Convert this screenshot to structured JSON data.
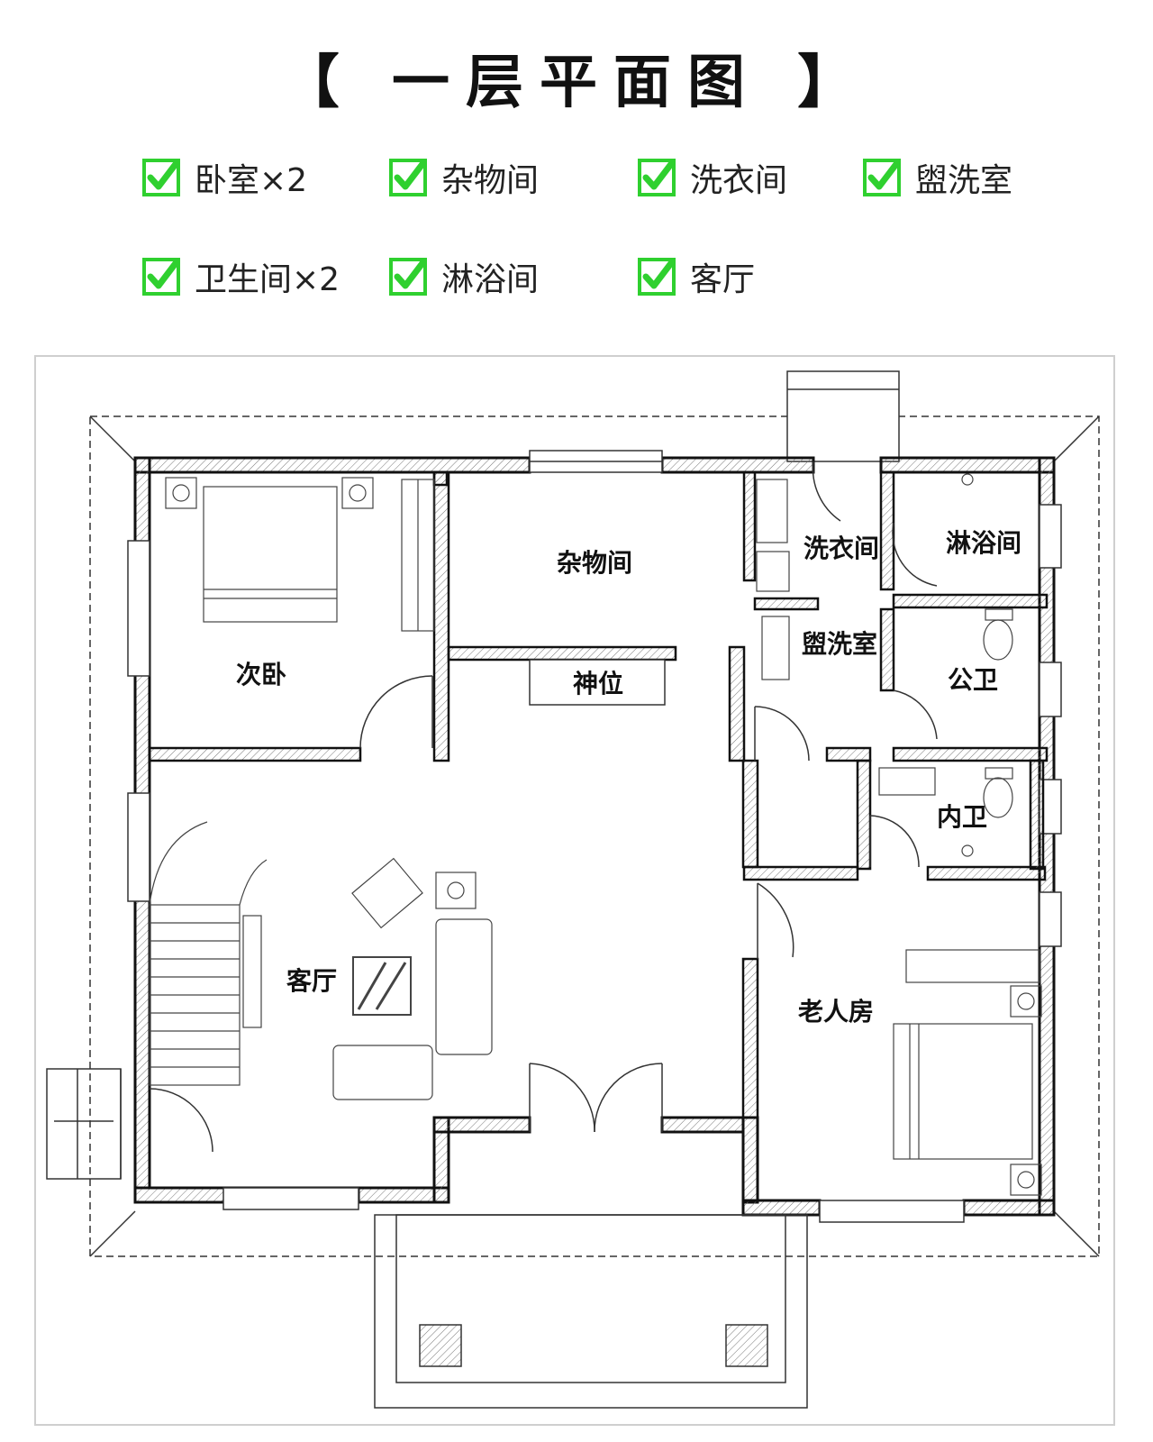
{
  "title": "【 一层平面图 】",
  "features": [
    {
      "label": "卧室×2"
    },
    {
      "label": "杂物间"
    },
    {
      "label": "洗衣间"
    },
    {
      "label": "盥洗室"
    },
    {
      "label": "卫生间×2"
    },
    {
      "label": "淋浴间"
    },
    {
      "label": "客厅"
    }
  ],
  "colors": {
    "check": "#2fd02f",
    "wall": "#111111",
    "hatch": "#888888"
  },
  "rooms": {
    "second_bedroom": "次卧",
    "storage": "杂物间",
    "shrine": "神位",
    "laundry": "洗衣间",
    "shower": "淋浴间",
    "washroom": "盥洗室",
    "public_toilet": "公卫",
    "ensuite_toilet": "内卫",
    "living_room": "客厅",
    "elder_room": "老人房"
  }
}
